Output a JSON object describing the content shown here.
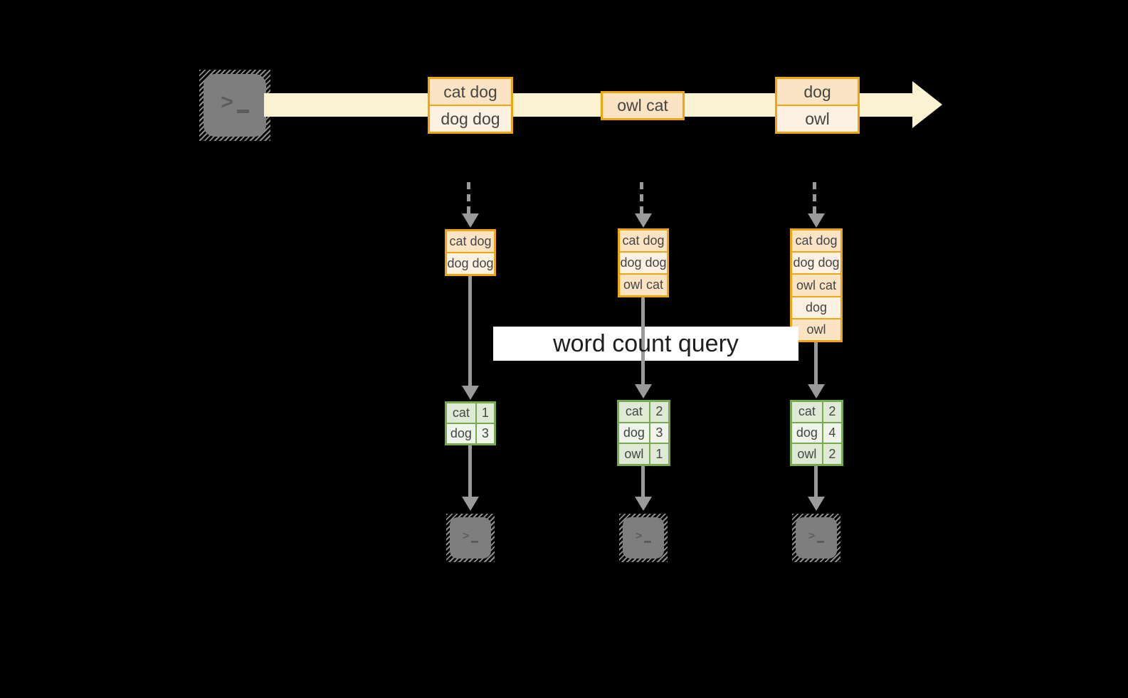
{
  "colors": {
    "bg": "#000000",
    "stream": "#FBF2D1",
    "orange_border": "#F2A60E",
    "orange_dark": "#FAE4C4",
    "orange_light": "#FCF1E2",
    "green_border": "#76AC4E",
    "green_dark": "#DFEAD6",
    "green_light": "#F0F5EC",
    "arrow": "#9A9A9A",
    "icon_gray": "#7E7E7E",
    "icon_glyph": "#5C5C5C",
    "hatch": "#8E8E8E",
    "text": "#454545",
    "band_bg": "#FFFFFF",
    "band_text": "#1E1E1E"
  },
  "query_label": "word count query",
  "source_icon": "terminal-icon",
  "sink_icon": "terminal-icon",
  "prompt_glyph": ">",
  "timeline": {
    "batches": [
      {
        "cells": [
          "cat dog",
          "dog dog"
        ]
      },
      {
        "cells": [
          "owl cat"
        ]
      },
      {
        "cells": [
          "dog",
          "owl"
        ]
      }
    ]
  },
  "columns": [
    {
      "input_rows": [
        "cat dog",
        "dog dog"
      ],
      "counts": [
        {
          "word": "cat",
          "count": "1"
        },
        {
          "word": "dog",
          "count": "3"
        }
      ]
    },
    {
      "input_rows": [
        "cat dog",
        "dog dog",
        "owl cat"
      ],
      "counts": [
        {
          "word": "cat",
          "count": "2"
        },
        {
          "word": "dog",
          "count": "3"
        },
        {
          "word": "owl",
          "count": "1"
        }
      ]
    },
    {
      "input_rows": [
        "cat dog",
        "dog dog",
        "owl cat",
        "dog",
        "owl"
      ],
      "counts": [
        {
          "word": "cat",
          "count": "2"
        },
        {
          "word": "dog",
          "count": "4"
        },
        {
          "word": "owl",
          "count": "2"
        }
      ]
    }
  ]
}
